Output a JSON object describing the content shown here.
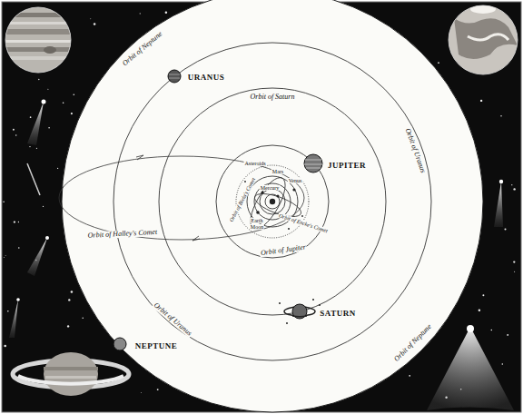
{
  "diagram": {
    "labels": [
      "Orbit of Neptune",
      "URANUS",
      "Orbit of Saturn",
      "Orbit of Uranus",
      "JUPITER",
      "Asteroids",
      "Mars",
      "Venus",
      "Mercury",
      "Orbit of Biela's Comet",
      "Earth",
      "Moon",
      "Orbit of Encke's Comet",
      "Orbit of Halley's Comet",
      "Orbit of Jupiter",
      "SATURN",
      "Orbit of Uranus",
      "NEPTUNE",
      "Orbit of Neptune"
    ]
  }
}
